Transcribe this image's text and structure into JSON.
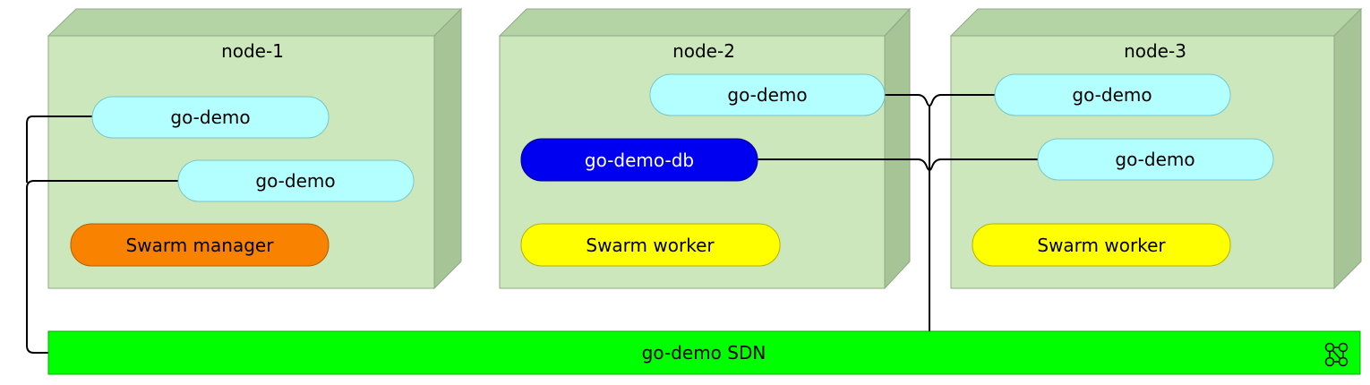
{
  "nodes": [
    {
      "title": "node-1",
      "color": "#cbe7bb"
    },
    {
      "title": "node-2",
      "color": "#cbe7bb"
    },
    {
      "title": "node-3",
      "color": "#cbe7bb"
    }
  ],
  "services": {
    "node1_service_a": "go-demo",
    "node1_service_b": "go-demo",
    "node2_service": "go-demo",
    "node2_db": "go-demo-db",
    "node3_service_a": "go-demo",
    "node3_service_b": "go-demo"
  },
  "roles": {
    "node1": "Swarm manager",
    "node2": "Swarm worker",
    "node3": "Swarm worker"
  },
  "network": {
    "label": "go-demo SDN",
    "icon": "network-mesh-icon"
  },
  "colors": {
    "service": "#b3ffff",
    "db": "#0000f0",
    "manager": "#f98200",
    "worker": "#ffff00",
    "sdn": "#00ff00",
    "node_top": "#b5d4a6",
    "node_side": "#a7c497"
  }
}
